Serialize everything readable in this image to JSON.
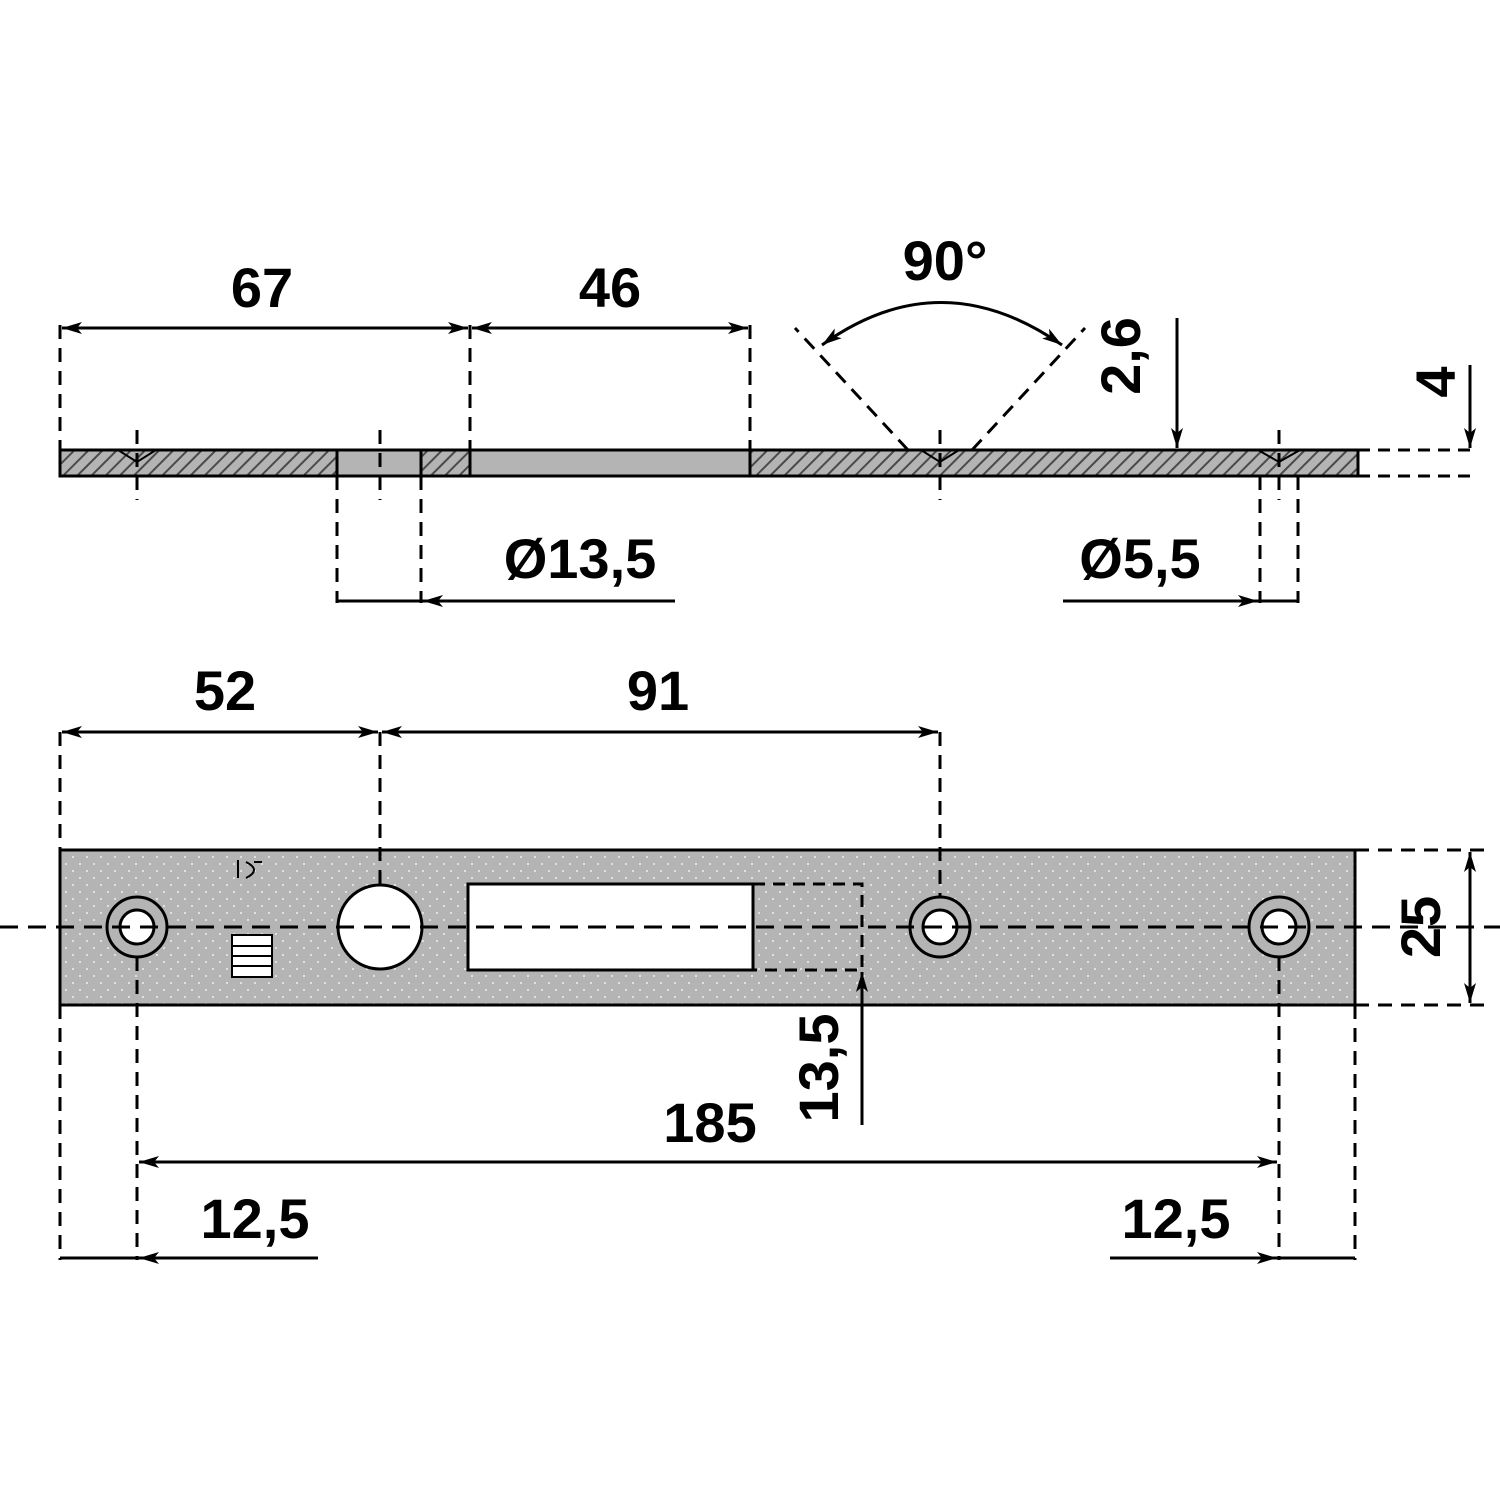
{
  "colors": {
    "line": "#000000",
    "plate_fill": "#b4b4b4",
    "hatch": "#4a4a4a",
    "background": "#ffffff"
  },
  "side_view": {
    "dimensions": {
      "d67": "67",
      "d46": "46",
      "angle": "90°",
      "d2_6": "2,6",
      "d4": "4",
      "dia13_5": "Ø13,5",
      "dia5_5": "Ø5,5"
    }
  },
  "front_view": {
    "dimensions": {
      "d52": "52",
      "d91": "91",
      "d25": "25",
      "d13_5": "13,5",
      "d185": "185",
      "d12_5_left": "12,5",
      "d12_5_right": "12,5"
    },
    "logo_icon": "manufacturer-logo-icon"
  }
}
